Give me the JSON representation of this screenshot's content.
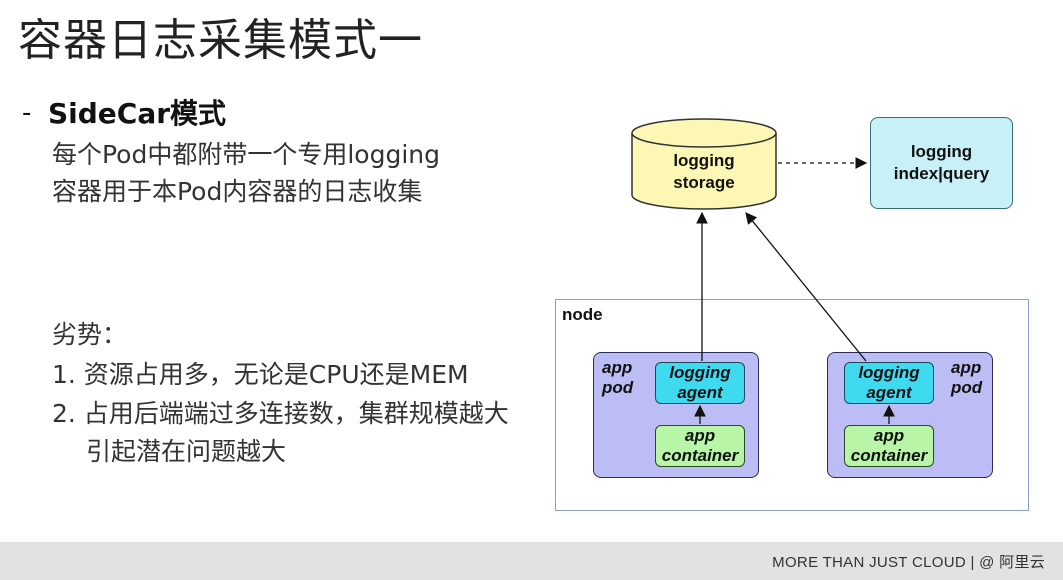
{
  "slide": {
    "title": "容器日志采集模式一",
    "bullet": "-",
    "subheading": "SideCar模式",
    "description": [
      "每个Pod中都附带一个专用logging",
      "容器用于本Pod内容器的日志收集"
    ],
    "drawbacks_label": "劣势：",
    "drawbacks": [
      "1. 资源占用多，无论是CPU还是MEM",
      "2. 占用后端端过多连接数，集群规模越大",
      "引起潜在问题越大"
    ]
  },
  "diagram": {
    "storage": [
      "logging",
      "storage"
    ],
    "index": [
      "logging",
      "index|query"
    ],
    "node_label": "node",
    "left_pod": {
      "label": [
        "app",
        "pod"
      ],
      "agent": [
        "logging",
        "agent"
      ],
      "container": [
        "app",
        "container"
      ]
    },
    "right_pod": {
      "label": [
        "app",
        "pod"
      ],
      "agent": [
        "logging",
        "agent"
      ],
      "container": [
        "app",
        "container"
      ]
    },
    "colors": {
      "storage_fill": "#fdf7b5",
      "index_fill": "#c7f1f6",
      "pod_fill": "#bdbdf5",
      "agent_fill": "#3fd9f0",
      "container_fill": "#b8f5a6",
      "node_border": "#8aa1c7"
    }
  },
  "footer": {
    "text": "MORE THAN JUST CLOUD | @ 阿里云"
  }
}
